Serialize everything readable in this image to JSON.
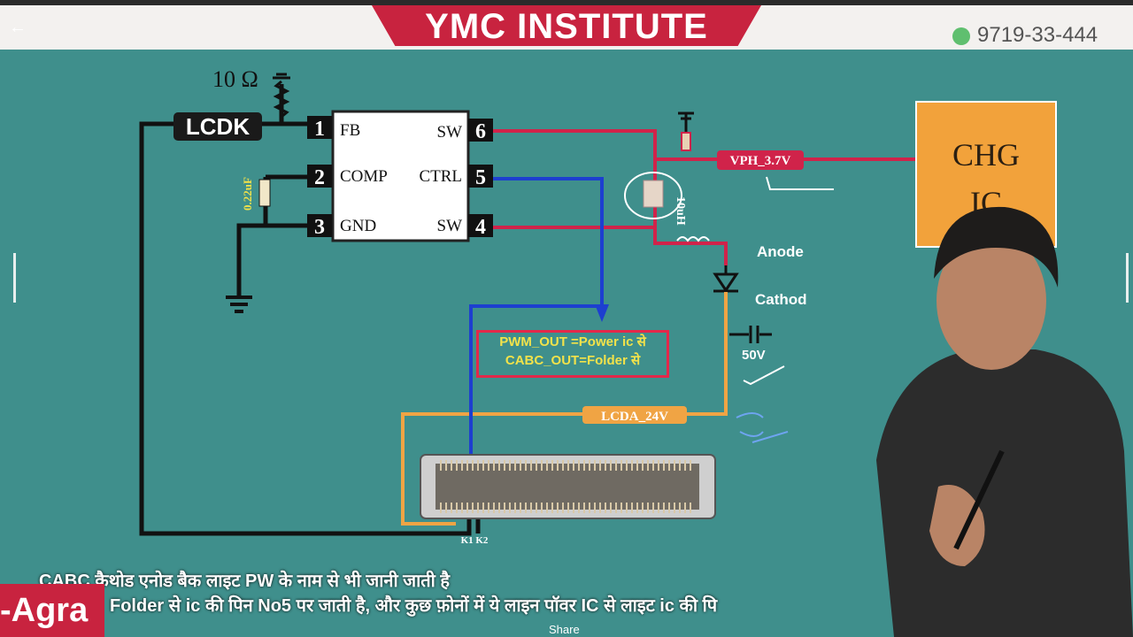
{
  "header": {
    "title": "YMC INSTITUTE",
    "phone": "9719-33-444",
    "back_icon": "arrow-left-icon",
    "whatsapp_icon": "whatsapp-icon"
  },
  "schematic": {
    "resistor_value": "10 Ω",
    "lcdk_label": "LCDK",
    "capacitor_label": "0.22uF",
    "ic_pins": [
      {
        "num": "1",
        "name": "FB"
      },
      {
        "num": "2",
        "name": "COMP"
      },
      {
        "num": "3",
        "name": "GND"
      },
      {
        "num": "6",
        "name": "SW"
      },
      {
        "num": "5",
        "name": "CTRL"
      },
      {
        "num": "4",
        "name": "SW"
      }
    ],
    "vph_label": "VPH_3.7V",
    "inductor_label": "10uH",
    "chg_line1": "CHG",
    "chg_line2": "IC",
    "anode_label": "Anode",
    "cathode_label": "Cathod",
    "cap_voltage": "50V",
    "info_line1": "PWM_OUT =Power ic से",
    "info_line2": "CABC_OUT=Folder से",
    "lcda_label": "LCDA_24V",
    "connector_pins": "K1 K2"
  },
  "subtitles": {
    "line1": "CABC कैथोड एनोड बैक लाइट PW के नाम से भी जानी जाती है",
    "line2": "Folder से ic की पिन No5 पर जाती है, और कुछ फ़ोनों में ये लाइन पॉवर IC से लाइट ic की पि"
  },
  "footer": {
    "city": "-Agra",
    "share_label": "Share"
  },
  "colors": {
    "board": "#3f8f8c",
    "banner": "#c8233f",
    "wire_red": "#d0234a",
    "wire_blue": "#1d3fd0",
    "wire_orange": "#f0a444",
    "chg_fill": "#f2a23b"
  }
}
